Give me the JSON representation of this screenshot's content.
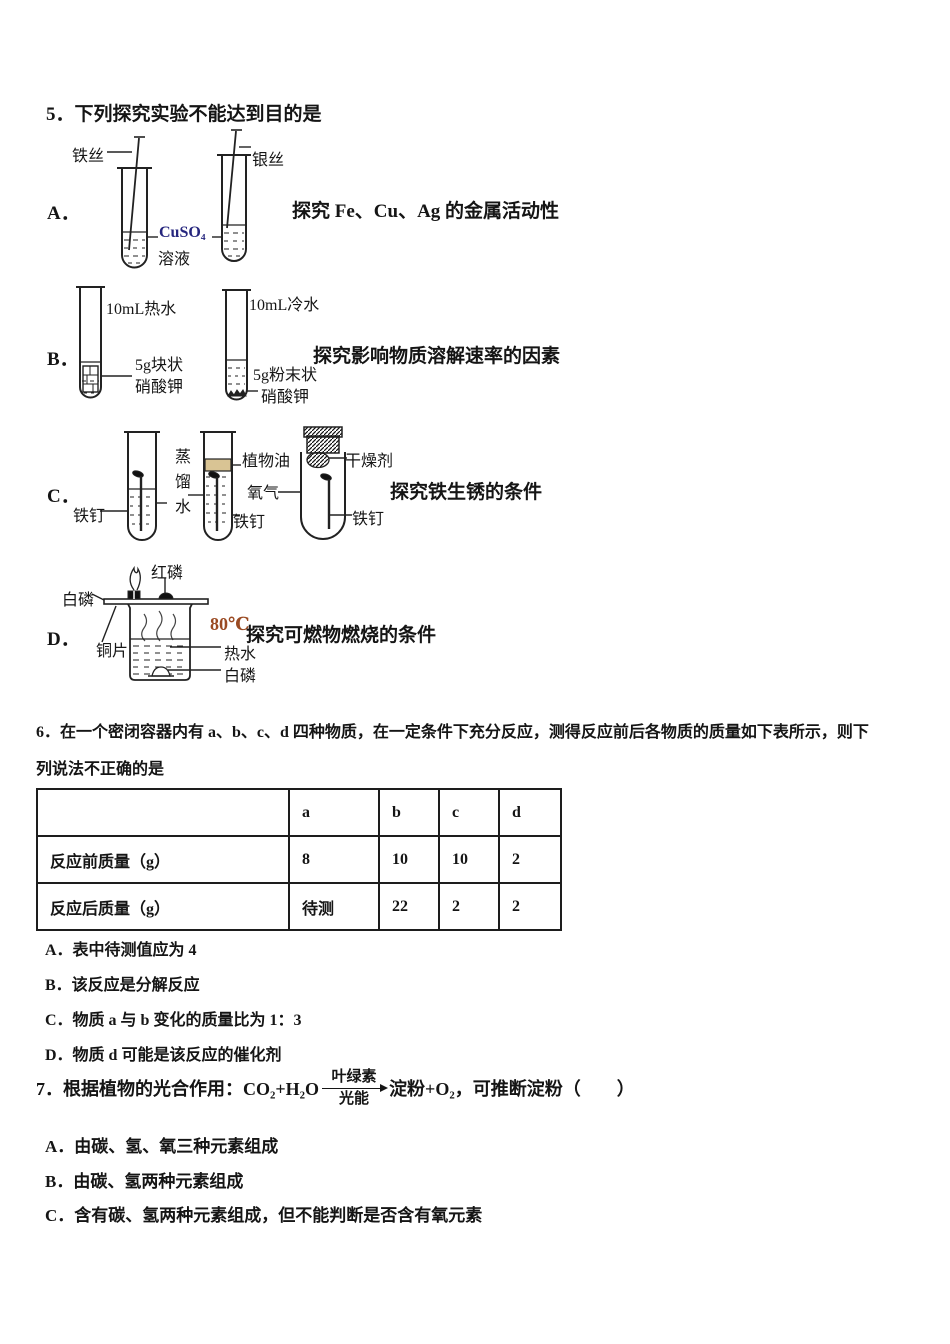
{
  "q5": {
    "title": "5．下列探究实验不能达到目的是",
    "options": [
      {
        "letter": "A．",
        "caption": "探究 Fe、Cu、Ag 的金属活动性",
        "labels": {
          "left_wire": "铁丝",
          "right_wire": "银丝",
          "solution_formula": "CuSO₄",
          "solution_word": "溶液"
        }
      },
      {
        "letter": "B．",
        "caption": "探究影响物质溶解速率的因素",
        "labels": {
          "left_water": "10mL热水",
          "right_water": "10mL冷水",
          "left_solute_1": "5g块状",
          "left_solute_2": "硝酸钾",
          "right_solute_1": "5g粉末状",
          "right_solute_2": "硝酸钾"
        }
      },
      {
        "letter": "C．",
        "caption": "探究铁生锈的条件",
        "labels": {
          "nail_1": "铁钉",
          "distilled_water": "蒸馏水",
          "vegetable_oil": "植物油",
          "oxygen": "氧气",
          "nail_2": "铁钉",
          "desiccant": "干燥剂",
          "nail_3": "铁钉"
        }
      },
      {
        "letter": "D．",
        "caption": "探究可燃物燃烧的条件",
        "labels": {
          "red_phosphorus": "红磷",
          "white_phosphorus_top": "白磷",
          "copper_sheet": "铜片",
          "temperature": "80℃",
          "hot_water": "热水",
          "white_phosphorus_bottom": "白磷"
        }
      }
    ]
  },
  "q6": {
    "stem_line1": "6．在一个密闭容器内有 a、b、c、d 四种物质，在一定条件下充分反应，测得反应前后各物质的质量如下表所示，则下",
    "stem_line2": "列说法不正确的是",
    "table": {
      "col_headers": [
        "a",
        "b",
        "c",
        "d"
      ],
      "rows": [
        {
          "label": "反应前质量（g）",
          "values": [
            "8",
            "10",
            "10",
            "2"
          ]
        },
        {
          "label": "反应后质量（g）",
          "values": [
            "待测",
            "22",
            "2",
            "2"
          ]
        }
      ]
    },
    "options": [
      "A．表中待测值应为 4",
      "B．该反应是分解反应",
      "C．物质 a 与 b 变化的质量比为 1：3",
      "D．物质 d 可能是该反应的催化剂"
    ]
  },
  "q7": {
    "stem_prefix": "7．根据植物的光合作用：CO₂+H₂O",
    "catalyst_top": "叶绿素",
    "catalyst_bottom": "光能",
    "stem_suffix": "淀粉+O₂，可推断淀粉（　　）",
    "options": [
      "A．由碳、氢、氧三种元素组成",
      "B．由碳、氢两种元素组成",
      "C．含有碳、氢两种元素组成，但不能判断是否含有氧元素"
    ]
  }
}
